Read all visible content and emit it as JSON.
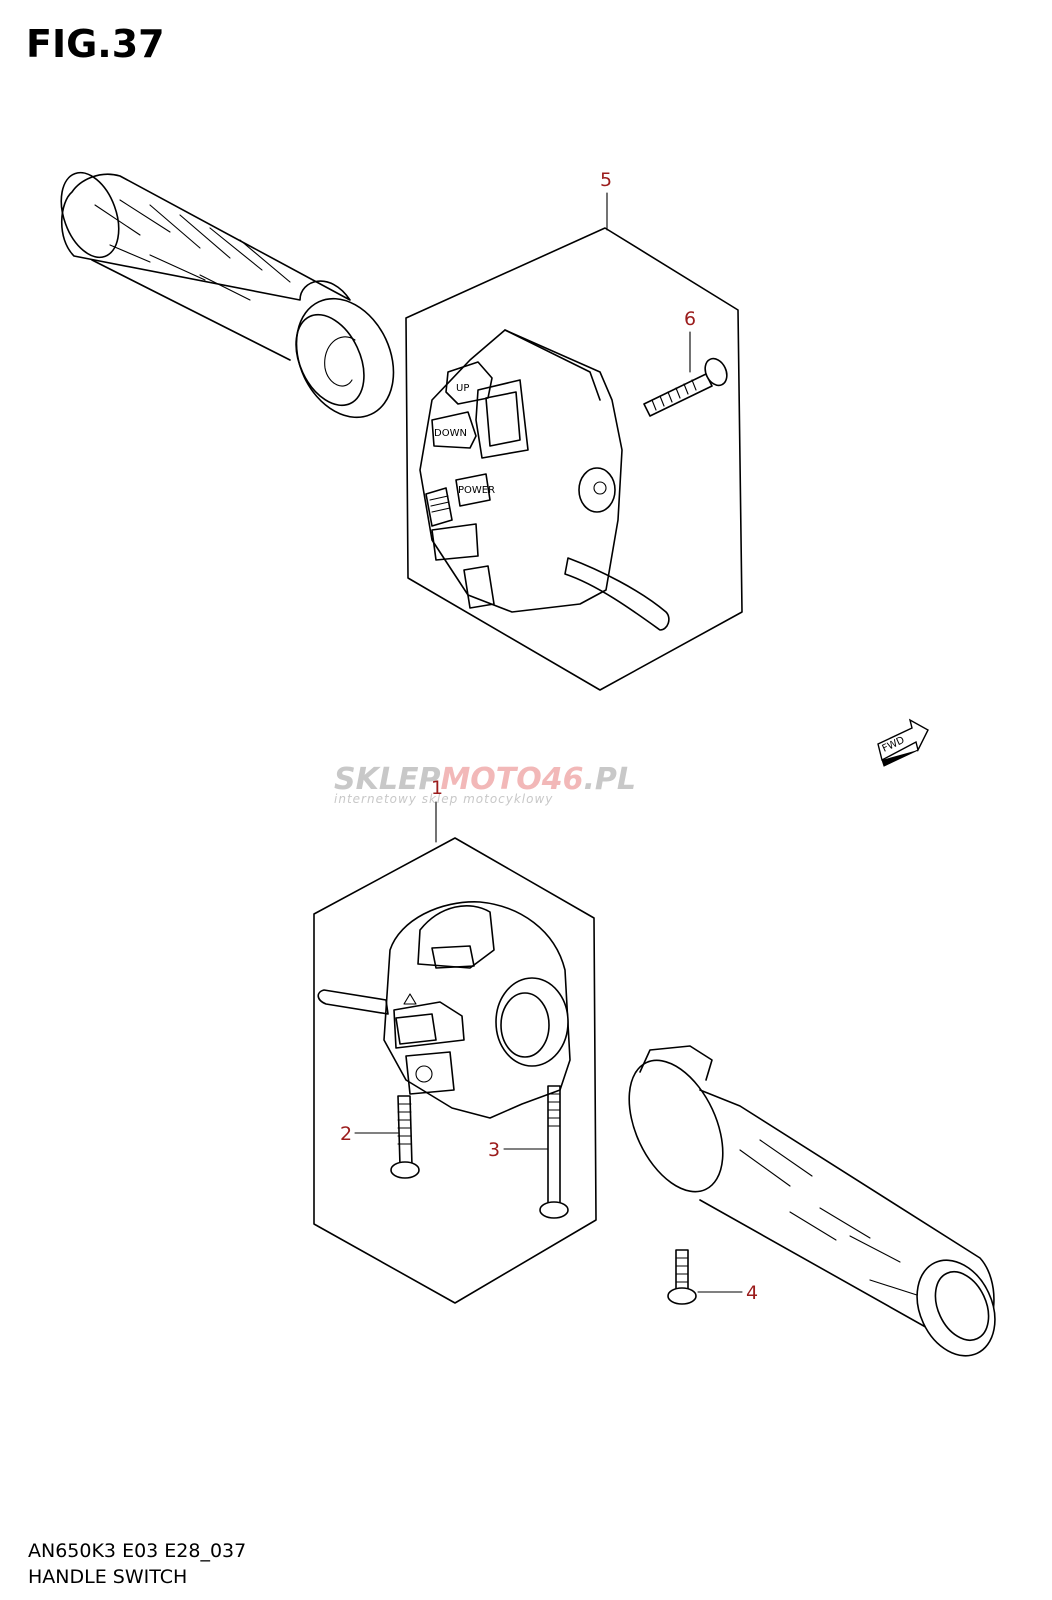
{
  "figure": {
    "title": "FIG.37",
    "model": "AN650K3 E03 E28_037",
    "name": "HANDLE SWITCH"
  },
  "callouts": [
    {
      "id": "callout-1",
      "label": "1"
    },
    {
      "id": "callout-2",
      "label": "2"
    },
    {
      "id": "callout-3",
      "label": "3"
    },
    {
      "id": "callout-4",
      "label": "4"
    },
    {
      "id": "callout-5",
      "label": "5"
    },
    {
      "id": "callout-6",
      "label": "6"
    }
  ],
  "switch_labels": {
    "up": "UP",
    "down": "DOWN",
    "power": "POWER"
  },
  "fwd_label": "FWD",
  "watermark": {
    "part_a": "SKLEP",
    "part_b": "MOTO",
    "part_c": "46",
    "part_d": ".PL",
    "tagline": "internetowy sklep motocyklowy"
  },
  "colors": {
    "callout": "#9b1c1c",
    "watermark_grey": "#c8c8c8",
    "watermark_red": "#f2b8b8"
  }
}
